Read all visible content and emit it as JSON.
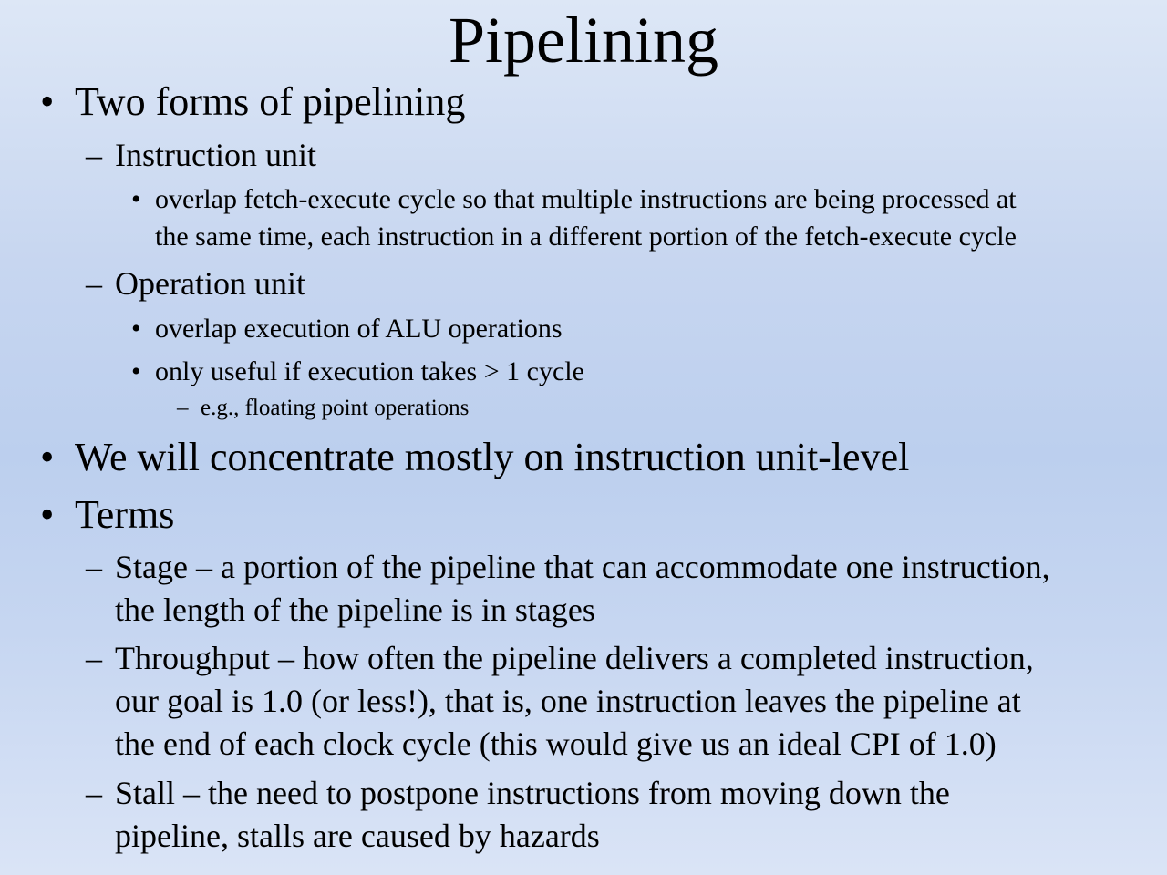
{
  "slide": {
    "title": "Pipelining",
    "bullets": {
      "b1": "Two forms of pipelining",
      "b1_1": "Instruction unit",
      "b1_1_1_line1": "overlap fetch-execute cycle so that multiple instructions are being processed at",
      "b1_1_1_line2": "the same time, each instruction in a different portion of the fetch-execute cycle",
      "b1_2": "Operation unit",
      "b1_2_1": "overlap execution of ALU operations",
      "b1_2_2": "only useful if execution takes > 1 cycle",
      "b1_2_2_1": "e.g., floating point operations",
      "b2": "We will concentrate mostly on instruction unit-level",
      "b3": "Terms",
      "b3_1_line1": "Stage – a portion of the pipeline that can accommodate one instruction,",
      "b3_1_line2": "the length of the pipeline is in stages",
      "b3_2_line1": "Throughput – how often the pipeline delivers a completed instruction,",
      "b3_2_line2": "our goal is 1.0 (or less!), that is, one instruction leaves the pipeline at",
      "b3_2_line3": "the end of each clock cycle (this would give us an ideal CPI of 1.0)",
      "b3_3_line1": "Stall – the need to postpone instructions from moving down the",
      "b3_3_line2": "pipeline, stalls are caused by hazards"
    },
    "markers": {
      "dot": "•",
      "dash": "–"
    }
  }
}
